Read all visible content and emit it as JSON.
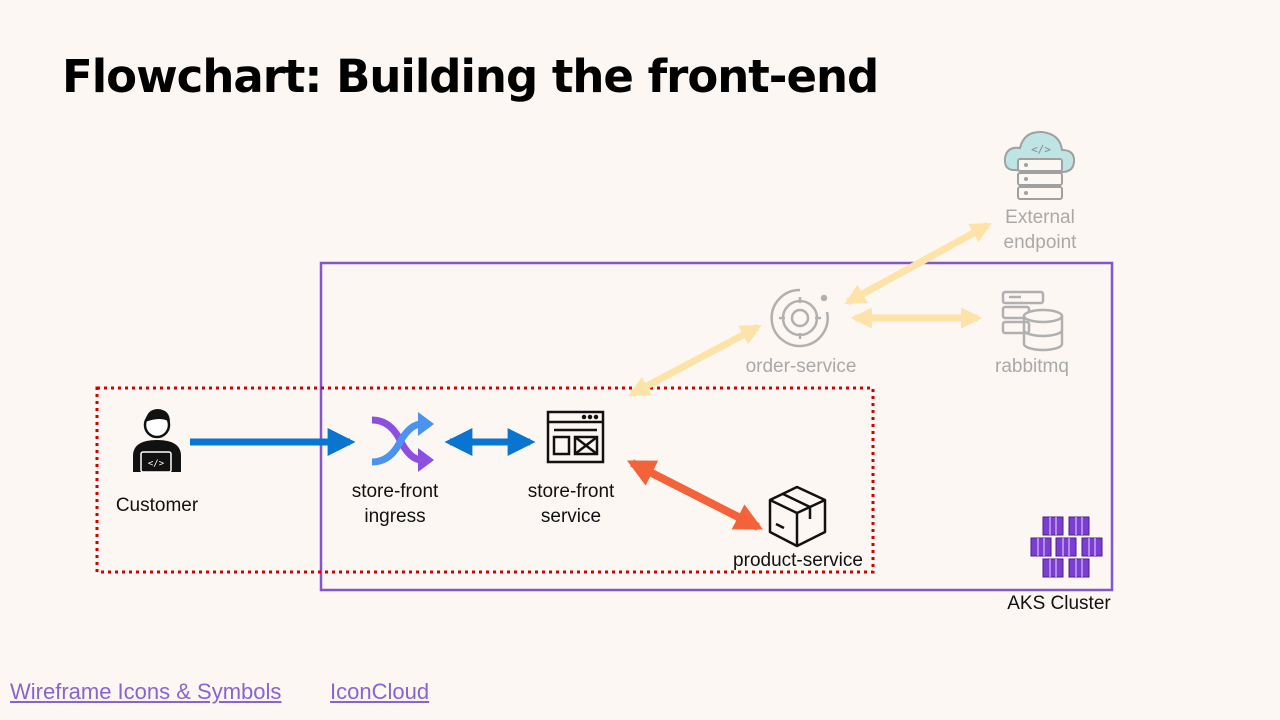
{
  "title": "Flowchart: Building the front-end",
  "nodes": {
    "customer": "Customer",
    "ingress": "store-front\ningress",
    "storefront_service": "store-front\nservice",
    "product_service": "product-service",
    "order_service": "order-service",
    "rabbitmq": "rabbitmq",
    "external_endpoint": "External\nendpoint",
    "aks_cluster": "AKS Cluster"
  },
  "links": {
    "wireframe": "Wireframe Icons & Symbols",
    "iconcloud": "IconCloud"
  },
  "colors": {
    "blue_arrow": "#0a74d1",
    "orange_arrow": "#f4623a",
    "faded_arrow": "#fde3a7",
    "cluster_border": "#8256d0",
    "highlight_box": "#d40000",
    "link": "#8a63d2"
  }
}
